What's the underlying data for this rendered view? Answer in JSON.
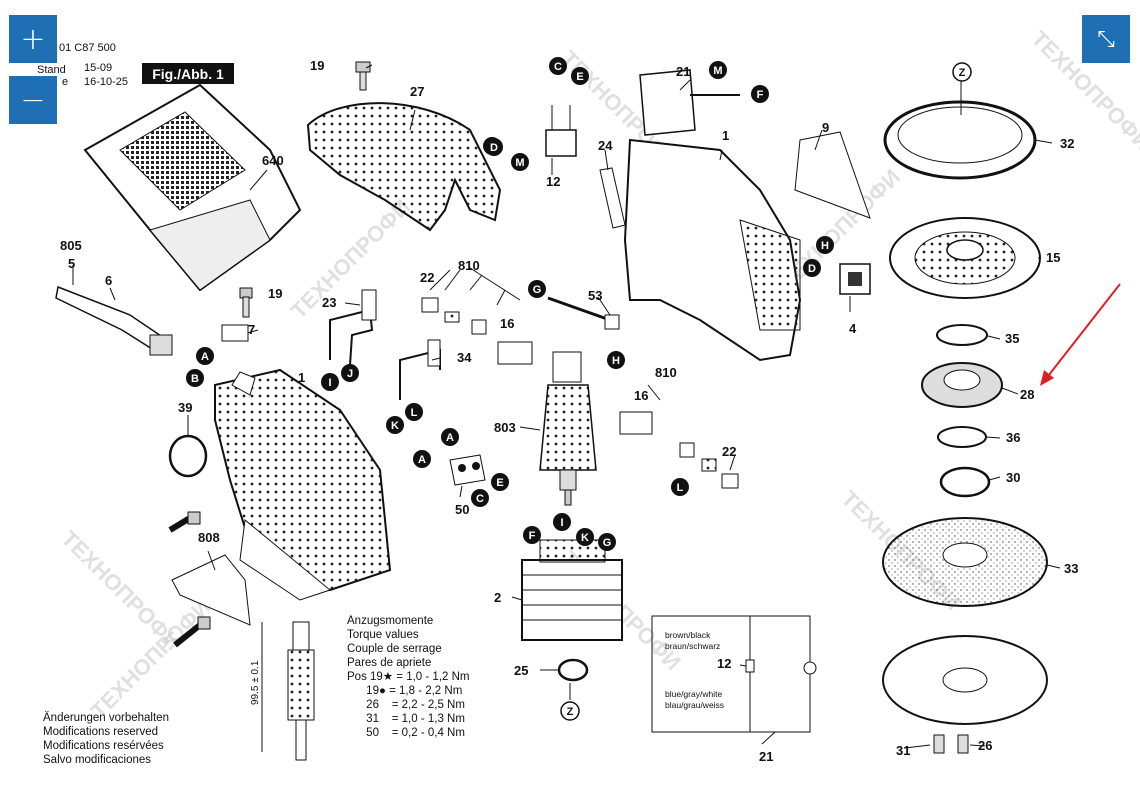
{
  "header": {
    "part_number": "01 C87 500",
    "stand_label": "Stand",
    "stand_date_1": "15-09",
    "stand_date_2": "16-10-25",
    "date_label": "e",
    "figure_label": "Fig./Abb. 1"
  },
  "controls": {
    "zoom_in": "+",
    "zoom_out": "−",
    "collapse": "⤡"
  },
  "part_labels": [
    "640",
    "805",
    "5",
    "6",
    "7",
    "19",
    "19",
    "23",
    "22",
    "810",
    "16",
    "27",
    "53",
    "12",
    "24",
    "21",
    "1",
    "9",
    "4",
    "32",
    "15",
    "35",
    "28",
    "36",
    "30",
    "33",
    "31",
    "26",
    "39",
    "808",
    "2",
    "25",
    "803",
    "810",
    "16",
    "22",
    "50",
    "34",
    "21",
    "12",
    "1"
  ],
  "connector_letters": [
    "A",
    "B",
    "C",
    "D",
    "E",
    "F",
    "G",
    "H",
    "I",
    "J",
    "K",
    "L",
    "M",
    "Z"
  ],
  "wire_legend": {
    "brown_black_1": "brown/black",
    "brown_black_2": "braun/schwarz",
    "blue_white_1": "blue/gray/white",
    "blue_white_2": "blau/grau/weiss"
  },
  "torque": {
    "title_de": "Anzugsmomente",
    "title_en": "Torque values",
    "title_fr": "Couple de serrage",
    "title_es": "Pares de apriete",
    "rows": [
      "Pos 19★ = 1,0 - 1,2 Nm",
      "      19● = 1,8 - 2,2 Nm",
      "      26    = 2,2 - 2,5 Nm",
      "      31    = 1,0 - 1,3 Nm",
      "      50    = 0,2 - 0,4 Nm"
    ]
  },
  "dimension_label": "99.5 ± 0.1",
  "notes": [
    "Änderungen vorbehalten",
    "Modifications reserved",
    "Modifications resérvées",
    "Salvo modificaciones"
  ],
  "watermark": "ТЕХНОПРОФИ",
  "colors": {
    "button": "#1f6fb5",
    "arrow": "#e02020",
    "ink": "#111111"
  }
}
